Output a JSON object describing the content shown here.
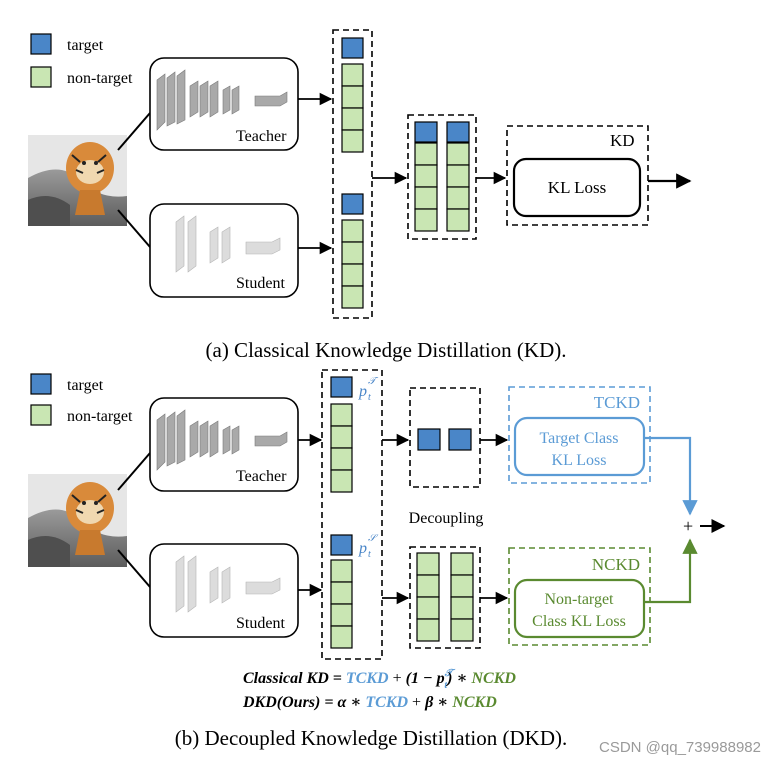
{
  "colors": {
    "target": "#4a86c8",
    "nontarget": "#c9e6b3",
    "tckd_blue": "#5b9bd5",
    "nckd_green": "#5a8a30",
    "stroke": "#000000",
    "watermark": "#9a9a9a"
  },
  "legend": {
    "target": "target",
    "nontarget": "non-target"
  },
  "panel_a": {
    "teacher_label": "Teacher",
    "student_label": "Student",
    "kd_box_label": "KD",
    "kl_loss_label": "KL Loss",
    "caption": "(a) Classical Knowledge Distillation (KD)."
  },
  "panel_b": {
    "teacher_label": "Teacher",
    "student_label": "Student",
    "teacher_prob_main": "p",
    "teacher_prob_sub": "t",
    "teacher_prob_sup": "𝒯",
    "student_prob_main": "p",
    "student_prob_sub": "t",
    "student_prob_sup": "𝒮",
    "decoupling_label": "Decoupling",
    "tckd_label": "TCKD",
    "tckd_box_line1": "Target Class",
    "tckd_box_line2": "KL Loss",
    "nckd_label": "NCKD",
    "nckd_box_line1": "Non-target",
    "nckd_box_line2": "Class KL Loss",
    "plus_symbol": "+",
    "eq1": {
      "lhs": "Classical KD",
      "eq": " = ",
      "tckd": "TCKD",
      "plus": " + ",
      "paren": "(1 − p",
      "sup": "𝒯",
      "sub": "t",
      "close": ") ∗ ",
      "nckd": "NCKD"
    },
    "eq2": {
      "lhs": "DKD(Ours)",
      "eq": " = ",
      "alpha": "α ∗ ",
      "tckd": "TCKD",
      "plus": " + ",
      "beta": "β ∗ ",
      "nckd": "NCKD"
    },
    "caption": "(b) Decoupled Knowledge Distillation (DKD)."
  },
  "watermark": "CSDN @qq_739988982"
}
